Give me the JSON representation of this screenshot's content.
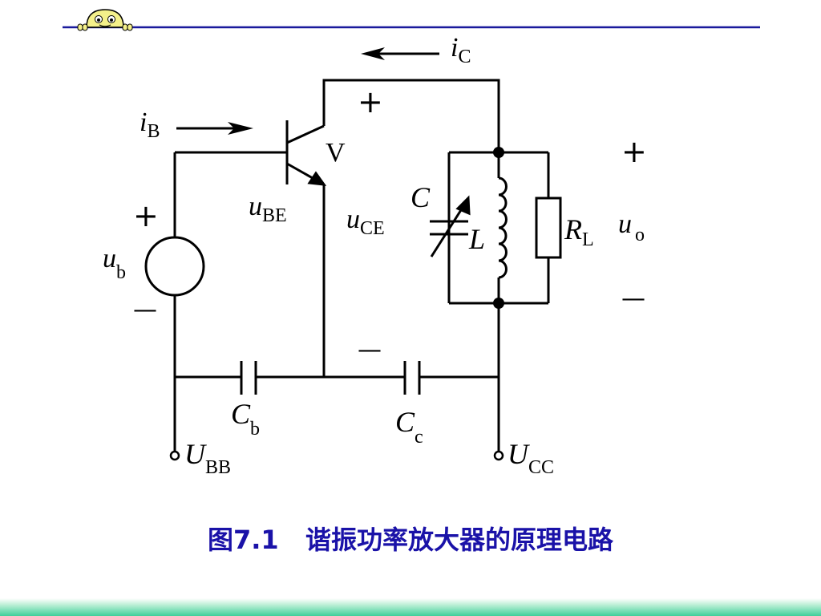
{
  "header": {
    "mascot": "cartoon-face-peeking-over-line",
    "rule_color": "#1a1a9c"
  },
  "circuit": {
    "current_ic": {
      "sym": "i",
      "sub": "C"
    },
    "current_ib": {
      "sym": "i",
      "sub": "B"
    },
    "transistor_label": "V",
    "u_be": {
      "sym": "u",
      "sub": "BE"
    },
    "u_ce": {
      "sym": "u",
      "sub": "CE"
    },
    "u_b": {
      "sym": "u",
      "sub": "b"
    },
    "u_o": {
      "sym": "u",
      "sub": "o"
    },
    "capacitor_c": "C",
    "inductor_l": "L",
    "load_rl": {
      "sym": "R",
      "sub": "L"
    },
    "cap_cb": {
      "sym": "C",
      "sub": "b"
    },
    "cap_cc": {
      "sym": "C",
      "sub": "c"
    },
    "supply_ubb": {
      "sym": "U",
      "sub": "BB"
    },
    "supply_ucc": {
      "sym": "U",
      "sub": "CC"
    },
    "plus": "+",
    "minus": "—"
  },
  "caption": "图7.1   谐振功率放大器的原理电路",
  "colors": {
    "caption": "#1a12a8",
    "bottom_band": "#3fcf9a"
  }
}
